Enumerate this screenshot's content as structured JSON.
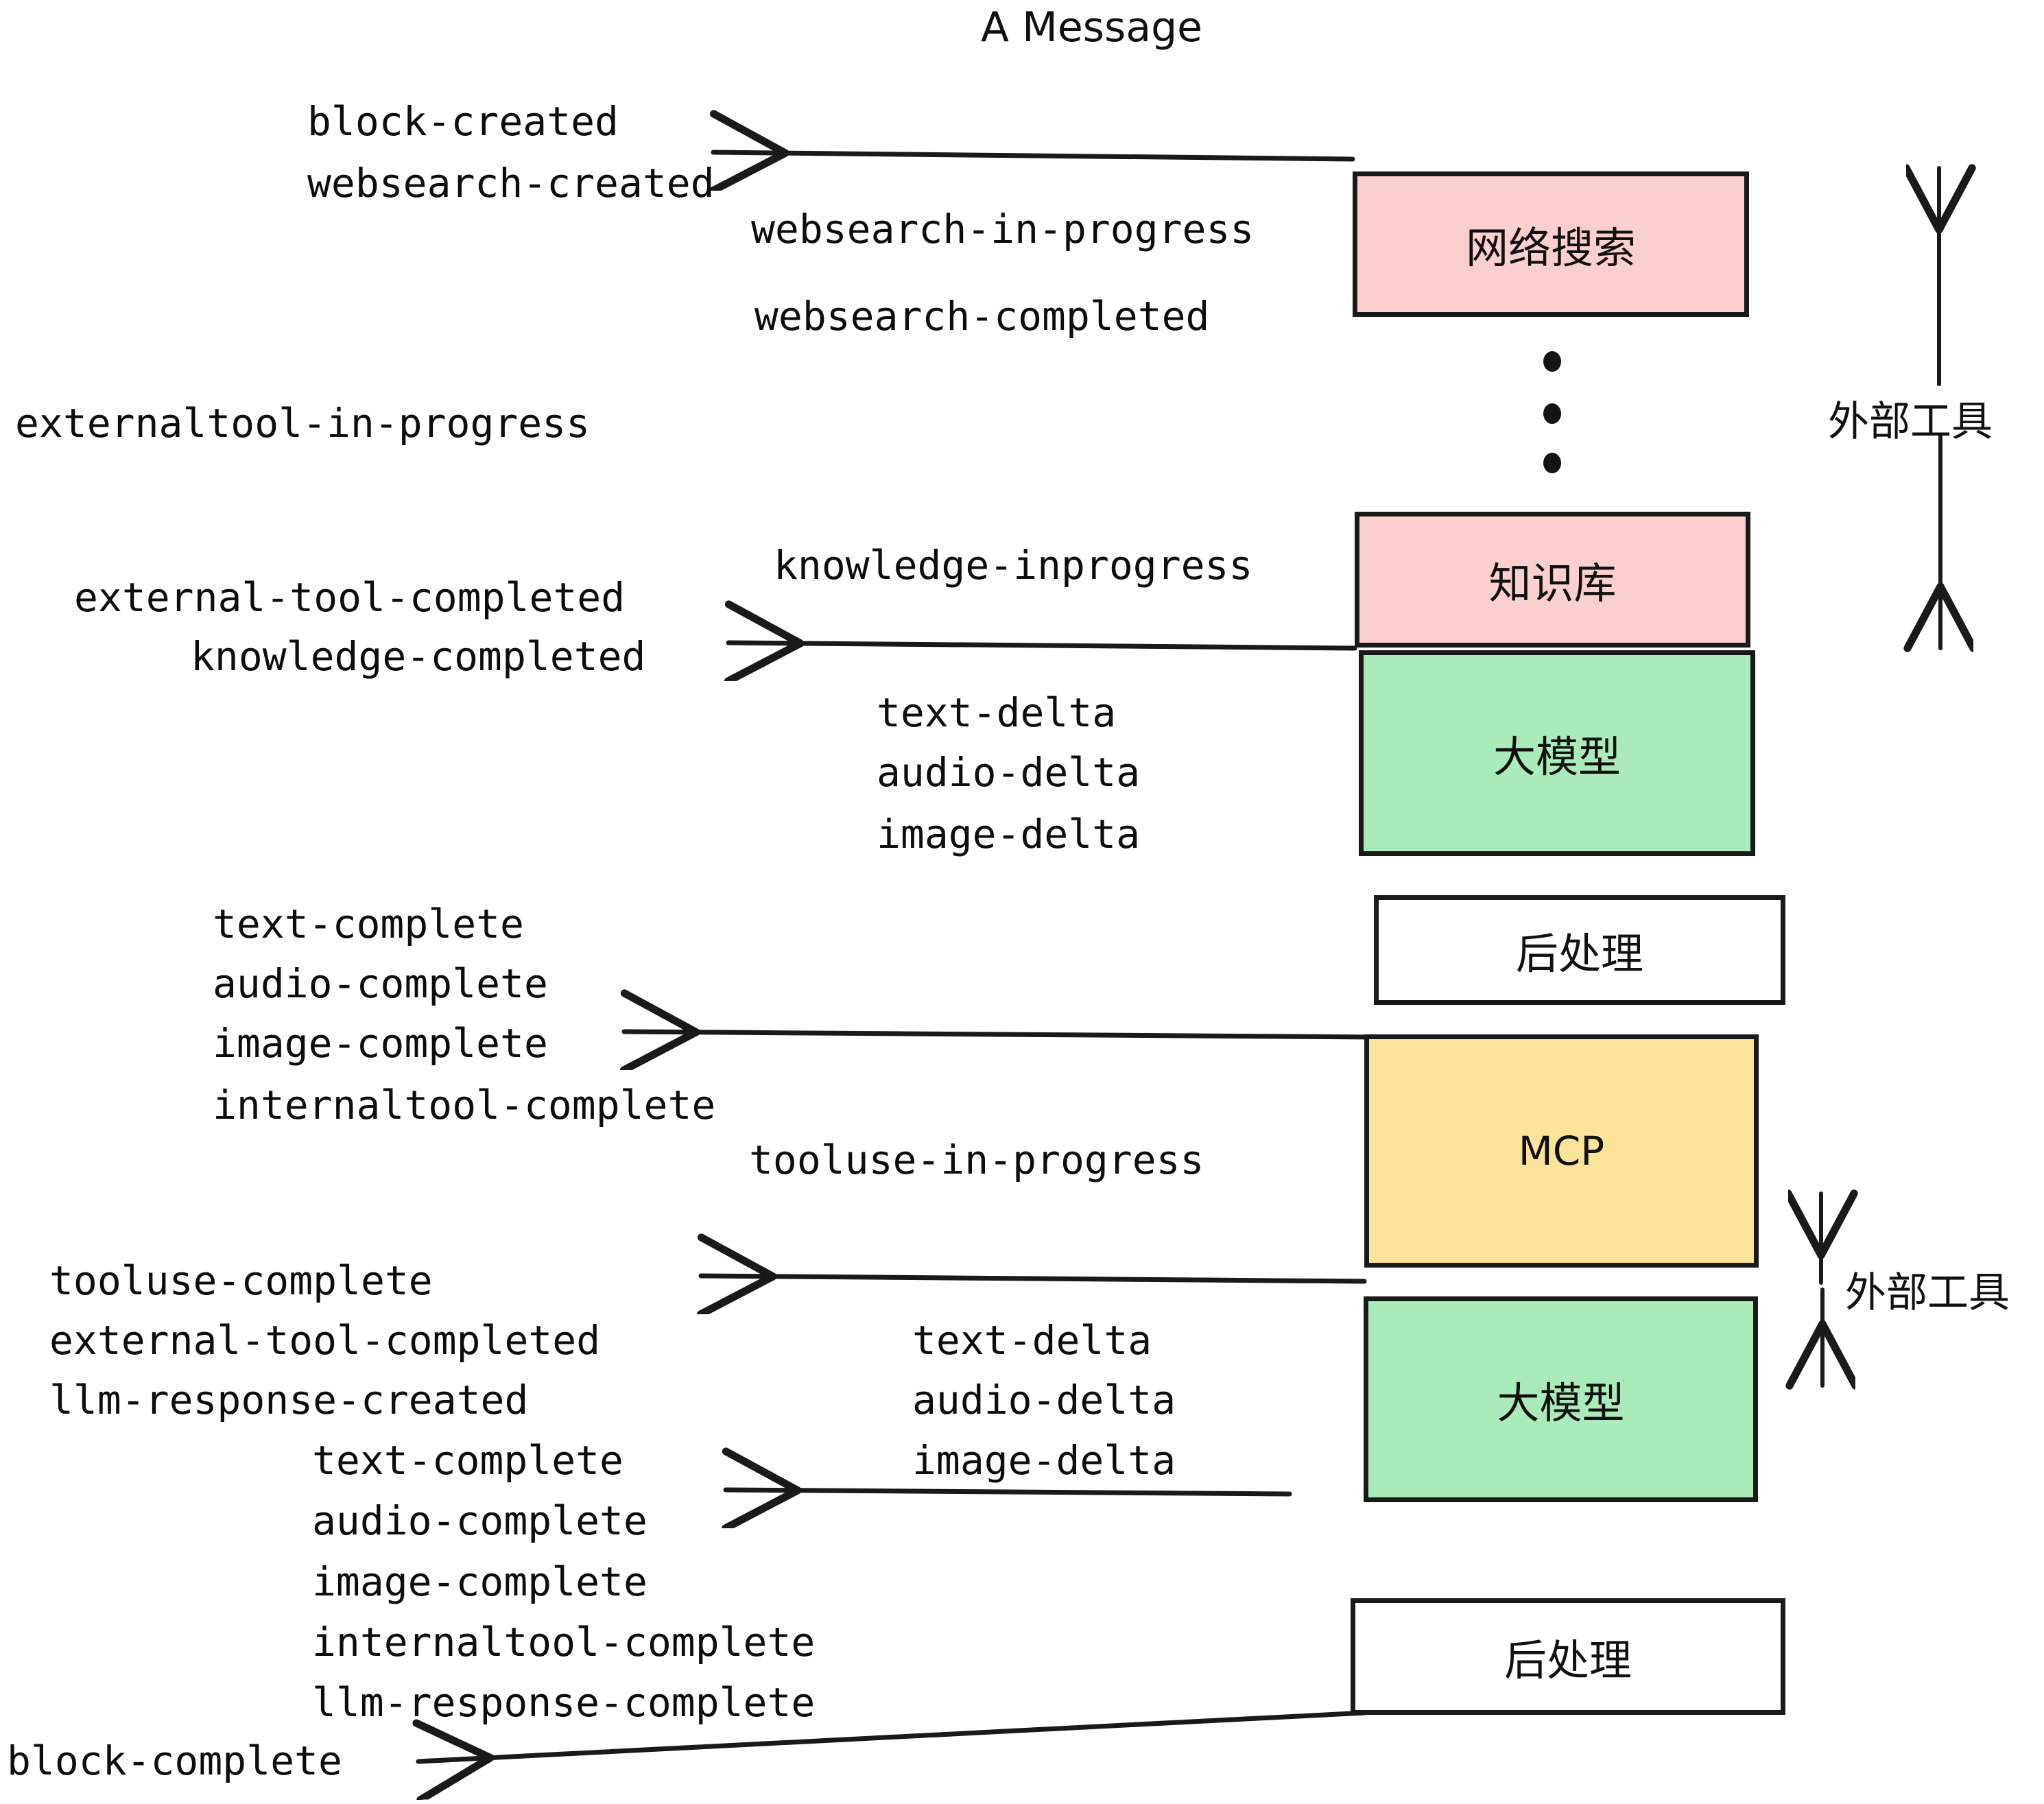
{
  "title": "A Message",
  "boxes": [
    {
      "id": "websearch",
      "label": "网络搜索",
      "color": "#fbcfcf"
    },
    {
      "id": "knowledge",
      "label": "知识库",
      "color": "#fbcfcf"
    },
    {
      "id": "llm-1",
      "label": "大模型",
      "color": "#aaebbb"
    },
    {
      "id": "postprocess-1",
      "label": "后处理",
      "color": "#ffffff"
    },
    {
      "id": "mcp",
      "label": "MCP",
      "color": "#fbe49a"
    },
    {
      "id": "llm-2",
      "label": "大模型",
      "color": "#aaebbb"
    },
    {
      "id": "postprocess-2",
      "label": "后处理",
      "color": "#ffffff"
    }
  ],
  "side_labels": [
    {
      "id": "external-tools-top",
      "label": "外部工具"
    },
    {
      "id": "external-tools-bottom",
      "label": "外部工具"
    }
  ],
  "events": [
    {
      "id": "block-created",
      "text": "block-created"
    },
    {
      "id": "websearch-created",
      "text": "websearch-created"
    },
    {
      "id": "websearch-in-progress",
      "text": "websearch-in-progress"
    },
    {
      "id": "websearch-completed",
      "text": "websearch-completed"
    },
    {
      "id": "externaltool-in-progress",
      "text": "externaltool-in-progress"
    },
    {
      "id": "knowledge-inprogress",
      "text": "knowledge-inprogress"
    },
    {
      "id": "external-tool-completed-1",
      "text": "external-tool-completed"
    },
    {
      "id": "knowledge-completed",
      "text": "knowledge-completed"
    },
    {
      "id": "text-delta-1",
      "text": "text-delta"
    },
    {
      "id": "audio-delta-1",
      "text": "audio-delta"
    },
    {
      "id": "image-delta-1",
      "text": "image-delta"
    },
    {
      "id": "text-complete-1",
      "text": "text-complete"
    },
    {
      "id": "audio-complete-1",
      "text": "audio-complete"
    },
    {
      "id": "image-complete-1",
      "text": "image-complete"
    },
    {
      "id": "internaltool-complete-1",
      "text": "internaltool-complete"
    },
    {
      "id": "tooluse-in-progress",
      "text": "tooluse-in-progress"
    },
    {
      "id": "tooluse-complete",
      "text": "tooluse-complete"
    },
    {
      "id": "external-tool-completed-2",
      "text": "external-tool-completed"
    },
    {
      "id": "llm-response-created",
      "text": "llm-response-created"
    },
    {
      "id": "text-delta-2",
      "text": "text-delta"
    },
    {
      "id": "audio-delta-2",
      "text": "audio-delta"
    },
    {
      "id": "image-delta-2",
      "text": "image-delta"
    },
    {
      "id": "text-complete-2",
      "text": "text-complete"
    },
    {
      "id": "audio-complete-2",
      "text": "audio-complete"
    },
    {
      "id": "image-complete-2",
      "text": "image-complete"
    },
    {
      "id": "internaltool-complete-2",
      "text": "internaltool-complete"
    },
    {
      "id": "llm-response-complete",
      "text": "llm-response-complete"
    },
    {
      "id": "block-complete",
      "text": "block-complete"
    }
  ],
  "colors": {
    "stroke": "#1a1a1a",
    "text": "#0d0d0d",
    "pink": "#fbcfcf",
    "green": "#aaebbb",
    "yellow": "#fbe49a",
    "white": "#ffffff",
    "background": "#ffffff"
  }
}
